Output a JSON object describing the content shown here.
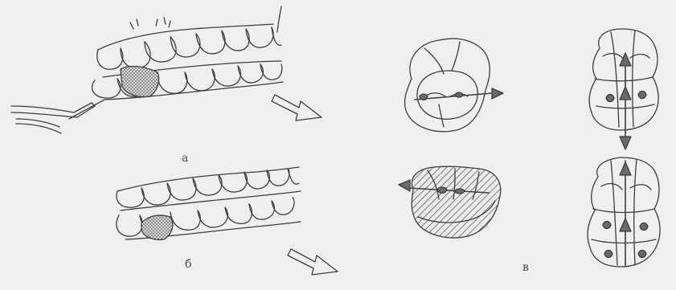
{
  "labels": {
    "panel_a": "а",
    "panel_b": "б",
    "panel_v": "в"
  },
  "colors": {
    "ink": "#3c3c3a",
    "paper": "#efefed",
    "arrow_fill": "#6a6a68"
  }
}
